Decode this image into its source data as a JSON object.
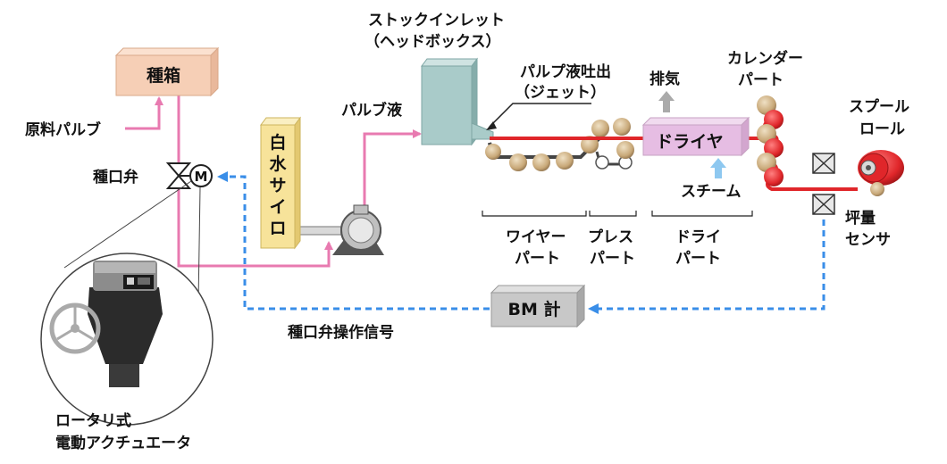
{
  "labels": {
    "seed_box": "種箱",
    "raw_pulp": "原料パルブ",
    "seed_valve": "種口弁",
    "motor": "M",
    "white_water_silo": [
      "白",
      "水",
      "サ",
      "イ",
      "ロ"
    ],
    "pulp_liquid": "パルブ液",
    "stock_inlet_1": "ストックインレット",
    "stock_inlet_2": "（ヘッドボックス）",
    "jet_1": "パルプ液吐出",
    "jet_2": "（ジェット）",
    "exhaust": "排気",
    "dryer": "ドライヤ",
    "steam": "スチーム",
    "calender_1": "カレンダー",
    "calender_2": "パート",
    "spool_1": "スプール",
    "spool_2": "ロール",
    "basis_1": "坪量",
    "basis_2": "センサ",
    "wire_1": "ワイヤー",
    "wire_2": "パート",
    "press_1": "プレス",
    "press_2": "パート",
    "dry_1": "ドライ",
    "dry_2": "パート",
    "bm": "BM 計",
    "signal": "種口弁操作信号",
    "actuator_1": "ロータリ式",
    "actuator_2": "電動アクチュエータ"
  },
  "colors": {
    "pulp_flow": "#e87ab0",
    "signal": "#3a8ee8",
    "sheet": "#e0262a",
    "seed_box": "#f6cfb6",
    "silo": "#f7e39a",
    "headbox": "#a9cbc9",
    "dryer": "#e6bde3",
    "bm_box": "#c8c8c8",
    "roll": "#c8a878"
  },
  "icons": [
    "valve-icon",
    "motor-icon",
    "pump-icon",
    "sensor-icon",
    "actuator-icon"
  ]
}
